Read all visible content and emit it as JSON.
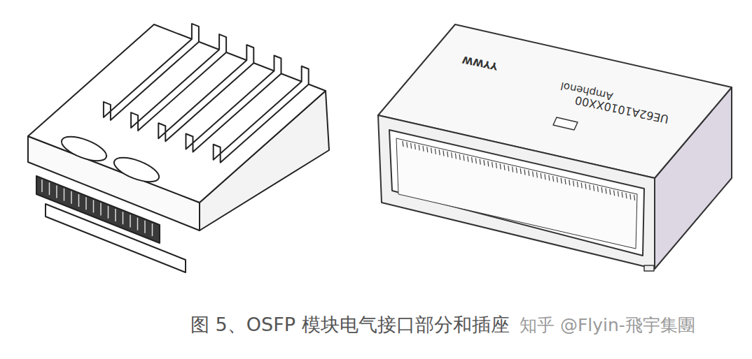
{
  "diagram": {
    "caption": "图 5、OSFP 模块电气接口部分和插座",
    "labels": [
      "YYWW",
      "Amphenol",
      "UE62A1010XX00",
      "知乎 @Flyin-飛宇集團"
    ]
  }
}
